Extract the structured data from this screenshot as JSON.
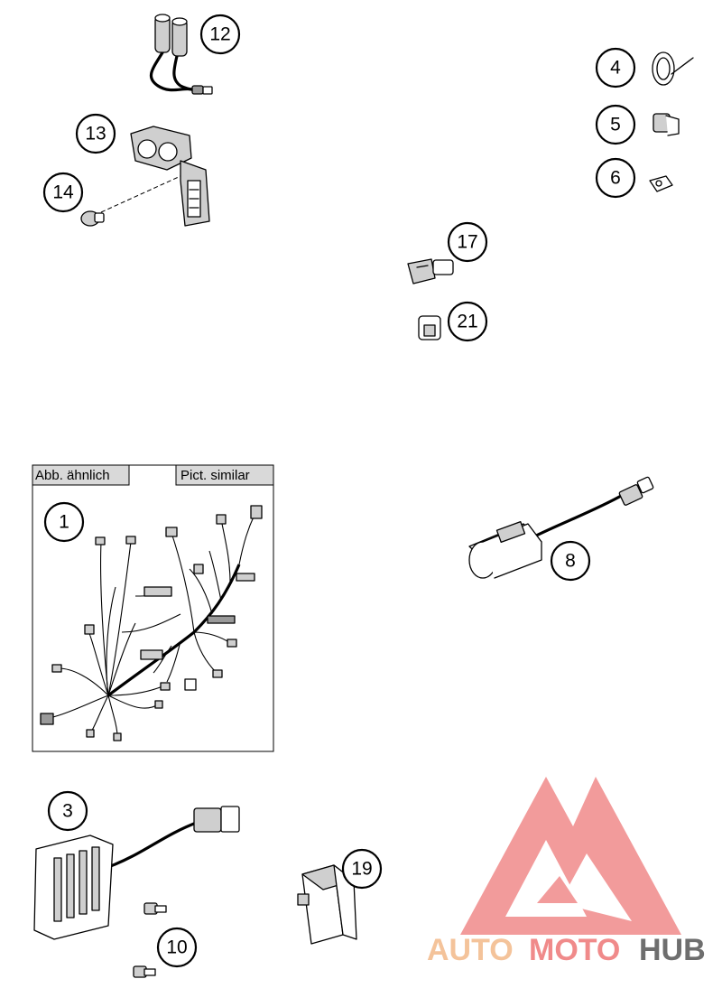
{
  "notes": {
    "similar_de": "Abb. ähnlich",
    "similar_en": "Pict. similar"
  },
  "callouts": {
    "c1": "1",
    "c3": "3",
    "c4": "4",
    "c5": "5",
    "c6": "6",
    "c8": "8",
    "c10": "10",
    "c12": "12",
    "c13": "13",
    "c14": "14",
    "c17": "17",
    "c19": "19",
    "c21": "21"
  },
  "watermark": {
    "part1": "AUTO",
    "part2": "MOTO",
    "part3": "HUB",
    "color_light": "#f4c39a",
    "color_mid": "#f08a8a",
    "color_dark": "#6e6e6e"
  }
}
